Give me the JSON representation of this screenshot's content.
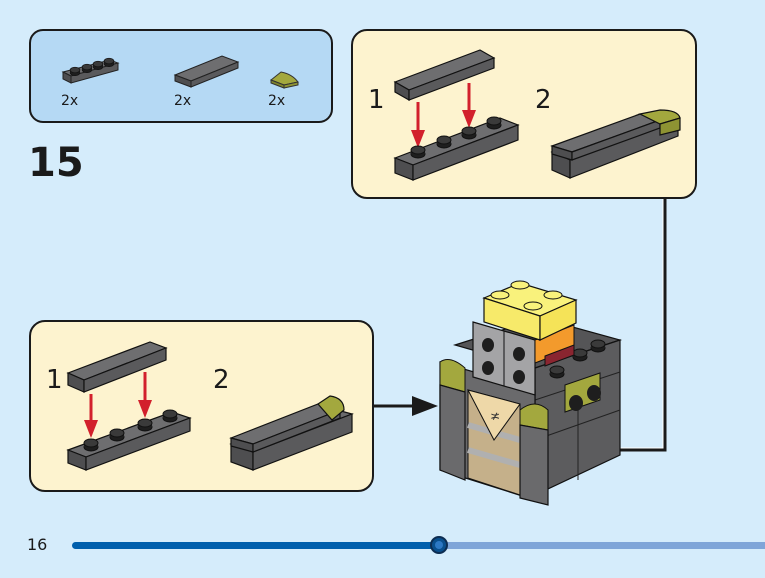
{
  "step": {
    "number": "15"
  },
  "parts_list": {
    "items": [
      {
        "part": "plate-1x4-dark-gray",
        "quantity": "2x"
      },
      {
        "part": "tile-1x3-dark-gray",
        "quantity": "2x"
      },
      {
        "part": "tile-quarter-round-olive",
        "quantity": "2x"
      }
    ]
  },
  "substeps_top": {
    "steps": [
      {
        "label": "1"
      },
      {
        "label": "2"
      }
    ]
  },
  "substeps_bottom": {
    "steps": [
      {
        "label": "1"
      },
      {
        "label": "2"
      }
    ]
  },
  "footer": {
    "page_number": "16",
    "progress_fraction": 0.53
  },
  "colors": {
    "background": "#d5ecfb",
    "parts_box": "#b5d9f4",
    "substep_box": "#fdf3cf",
    "dark_gray": "#5c5c5e",
    "olive": "#9a9a3a",
    "yellow": "#f9f27c",
    "arrow_red": "#d2202c",
    "progress_done": "#005fac",
    "progress_rest": "#7fa5d8"
  }
}
